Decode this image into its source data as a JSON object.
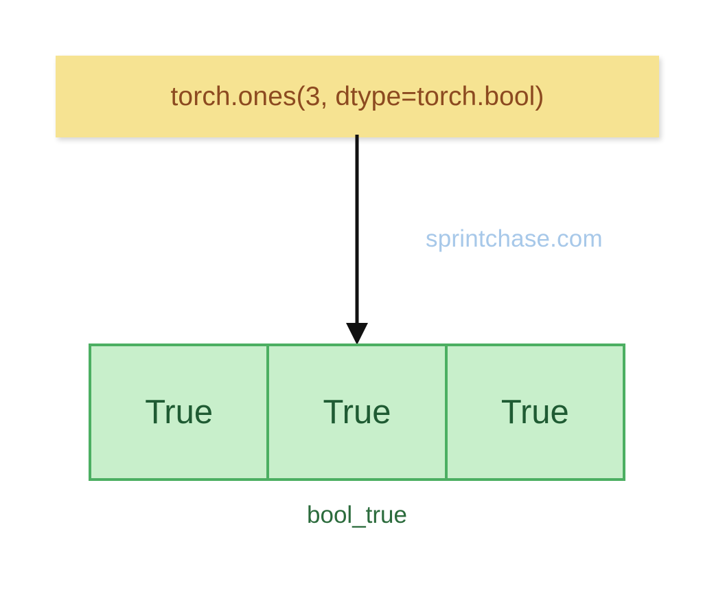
{
  "diagram": {
    "title": "torch.ones bool tensor diagram",
    "background_color": "#ffffff",
    "source_node": {
      "code": "torch.ones(3, dtype=torch.bool)",
      "fill_color": "#F6E392",
      "text_color": "#8C4A20"
    },
    "connector": {
      "kind": "arrow-down",
      "color": "#111111"
    },
    "watermark": {
      "text": "sprintchase.com",
      "color": "#A7C8E9"
    },
    "tensor": {
      "name": "bool_true",
      "label_color": "#2B6B3C",
      "cell_fill": "#C8EFCB",
      "cell_border": "#4CAF62",
      "cell_text_color": "#1F5B33",
      "length": 3,
      "dtype": "torch.bool",
      "cells": [
        {
          "value": "True"
        },
        {
          "value": "True"
        },
        {
          "value": "True"
        }
      ]
    }
  }
}
